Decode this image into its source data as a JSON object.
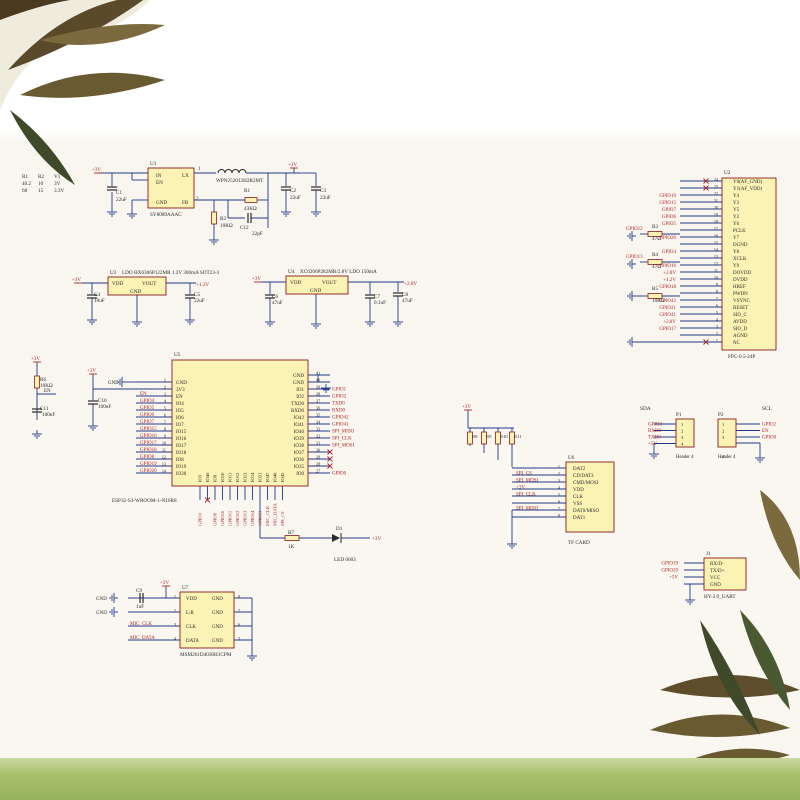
{
  "colors": {
    "wire": "#1f3a8a",
    "body": "#fbf3b4",
    "bodyStroke": "#8b1d1d",
    "net": "#b0272a",
    "dark": "#2a2a2a",
    "pcb": "#6b6b6b"
  },
  "table": [
    [
      "R1",
      "R2",
      "V1"
    ],
    [
      "40.2",
      "10",
      "3V"
    ],
    [
      "68",
      "15",
      "3.3V"
    ]
  ],
  "u1": {
    "ref": "U1",
    "part": "SY8089AAAC",
    "pins": [
      "IN",
      "EN",
      "GND",
      "LX",
      "FB"
    ]
  },
  "l1": {
    "part": "WPN252012H2R2MT"
  },
  "r1": {
    "ref": "R1",
    "val": "43KΩ"
  },
  "r2": {
    "ref": "R2",
    "val": "10KΩ"
  },
  "c1": {
    "ref": "C1",
    "val": "22uF"
  },
  "c2": {
    "ref": "C2",
    "val": "22uF"
  },
  "c3": {
    "ref": "C3",
    "val": "22uF"
  },
  "c12": {
    "ref": "C12",
    "val": "22pF"
  },
  "u3": {
    "ref": "U3",
    "desc": "LDO HX6306P122MR 1.2V 300mA SOT23-3",
    "vin": "VDD",
    "vout": "VOUT",
    "gnd": "GND",
    "out": "+1.2V"
  },
  "c4": {
    "ref": "C4",
    "val": "10uF"
  },
  "c5": {
    "ref": "C5",
    "val": "22uF"
  },
  "u4": {
    "ref": "U4",
    "desc": "XC6206P282MR/2.8V LDO 150mA",
    "vin": "VDD",
    "vout": "VOUT",
    "gnd": "GND",
    "out": "+2.8V"
  },
  "c6": {
    "ref": "C6",
    "val": "47uF"
  },
  "c7": {
    "ref": "C7",
    "val": "0.1uF"
  },
  "c8": {
    "ref": "C8",
    "val": "47uF"
  },
  "rails": {
    "v3": "+3V",
    "v12": "+1.2V",
    "v28": "+2.8V",
    "v5": "+5V",
    "gnd": "GND"
  },
  "u5": {
    "ref": "U5",
    "part": "ESP32-S3-WROOM-1-N16R8",
    "left": [
      "GND",
      "3V3",
      "EN",
      "IO4",
      "IO5",
      "IO6",
      "IO7",
      "IO15",
      "IO16",
      "IO17",
      "IO18",
      "IO8",
      "IO19",
      "IO20"
    ],
    "leftNets": [
      "",
      "",
      "EN",
      "GPIO4",
      "GPIO5",
      "GPIO6",
      "GPIO7",
      "GPIO15",
      "GPIO16",
      "GPIO17",
      "GPIO18",
      "GPIO8",
      "GPIO19",
      "GPIO20"
    ],
    "right": [
      "GND",
      "GND",
      "IO1",
      "IO2",
      "TXD0",
      "RXD0",
      "IO42",
      "IO41",
      "IO40",
      "IO39",
      "IO38",
      "IO37",
      "IO36",
      "IO35",
      "IO0"
    ],
    "rightNets": [
      "",
      "",
      "GPIO1",
      "GPIO2",
      "TXD0",
      "RXD0",
      "GPIO42",
      "GPIO41",
      "SPI_MISO",
      "SPI_CLK",
      "SPI_MOSI",
      "",
      "",
      "",
      "GPIO0"
    ],
    "bottom": [
      "IO3",
      "IO46",
      "IO9",
      "IO10",
      "IO11",
      "IO12",
      "IO13",
      "IO14",
      "IO21",
      "IO47",
      "IO48",
      "IO45"
    ],
    "bottomNets": [
      "GPIO3",
      "",
      "GPIO9",
      "GPIO10",
      "GPIO11",
      "GPIO12",
      "GPIO13",
      "GPIO14",
      "GPIO21",
      "MIC_CLK",
      "MIC_DATA",
      "SPI_CS"
    ]
  },
  "r6": {
    "ref": "R6",
    "val": "10KΩ"
  },
  "c10": {
    "ref": "C10",
    "val": "100nF"
  },
  "c11": {
    "ref": "C11",
    "val": "100nF"
  },
  "r7": {
    "ref": "R7",
    "val": "1K"
  },
  "d1": {
    "ref": "D1",
    "val": "LED 0603"
  },
  "u2": {
    "ref": "U2",
    "part": "FPC-0.5-24P",
    "pins": [
      "Y0(AF_GND)",
      "Y1(AF_VDD)",
      "Y4",
      "Y3",
      "Y5",
      "Y2",
      "Y6",
      "PCLK",
      "Y7",
      "DGND",
      "Y8",
      "XCLK",
      "Y9",
      "DOVDD",
      "DVDD",
      "HREF",
      "PWDN",
      "VSYNC",
      "RESET",
      "SIO_C",
      "AVDD",
      "SIO_D",
      "AGND",
      "NC"
    ],
    "nums": [
      "24",
      "23",
      "22",
      "21",
      "20",
      "19",
      "18",
      "17",
      "16",
      "15",
      "14",
      "13",
      "12",
      "11",
      "10",
      "9",
      "8",
      "7",
      "6",
      "5",
      "4",
      "3",
      "2",
      "1"
    ],
    "nets": [
      "",
      "",
      "GPIO10",
      "GPIO15",
      "GPIO7",
      "GPIO6",
      "GPIO5",
      "",
      "GPIO20",
      "",
      "GPIO4",
      "",
      "GPIO16",
      "+2.8V",
      "+1.2V",
      "GPIO18",
      "",
      "GPIO42",
      "GPIO21",
      "GPIO41",
      "+2.8V",
      "GPIO17",
      "",
      ""
    ]
  },
  "r3": {
    "ref": "R3",
    "val": "47Ω"
  },
  "r4": {
    "ref": "R4",
    "val": "47Ω"
  },
  "r5": {
    "ref": "R5",
    "val": "10KΩ"
  },
  "camNets": {
    "g12": "GPIO12",
    "g13": "GPIO13"
  },
  "p1": {
    "ref": "P1",
    "title": "SDA",
    "nets": [
      "GPIO3",
      "RXD0",
      "TXD0",
      "+5V"
    ],
    "part": "Header 4"
  },
  "p2": {
    "ref": "P2",
    "title": "SCL",
    "nets": [
      "GPIO2",
      "EN",
      "GPIO0"
    ],
    "part": "Header 4"
  },
  "u6": {
    "ref": "U6",
    "part": "TF CARD",
    "pins": [
      "DAT2",
      "CD/DAT3",
      "CMD/MOSI",
      "VDD",
      "CLK",
      "VSS",
      "DAT0/MISO",
      "DAT1"
    ],
    "nets": [
      "",
      "SPI_CS",
      "SPI_MOSI",
      "+3V",
      "SPI_CLK",
      "",
      "SPI_MISO",
      ""
    ]
  },
  "rpack": [
    "R8",
    "R9",
    "R10",
    "R11"
  ],
  "j1": {
    "ref": "J1",
    "part": "HY-2.0_UART",
    "pins": [
      "RX/D-",
      "TX/D+",
      "VCC",
      "GND"
    ],
    "nets": [
      "GPIO19",
      "GPIO20",
      "+5V",
      ""
    ]
  },
  "u7": {
    "ref": "U7",
    "part": "MSM261D4030H1CPM",
    "left": [
      "VDD",
      "L/R",
      "CLK",
      "DATA"
    ],
    "right": [
      "GND",
      "GND",
      "GND",
      "GND"
    ],
    "nets": [
      "",
      "",
      "MIC_CLK",
      "MIC_DATA"
    ]
  },
  "c9": {
    "ref": "C9",
    "val": "1uF"
  }
}
